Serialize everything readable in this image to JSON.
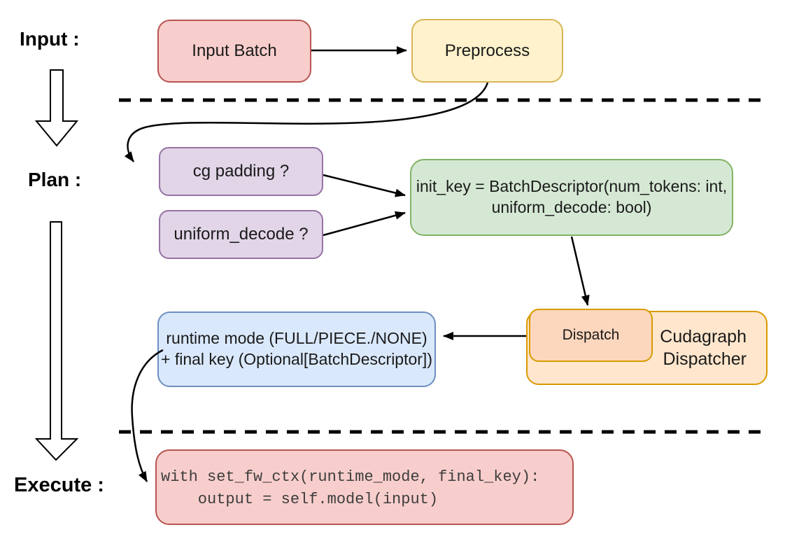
{
  "labels": {
    "input": "Input :",
    "plan": "Plan :",
    "execute": "Execute :"
  },
  "nodes": {
    "input_batch": {
      "label": "Input Batch",
      "fill": "#f8cecc",
      "stroke": "#b85450"
    },
    "preprocess": {
      "label": "Preprocess",
      "fill": "#fff2cc",
      "stroke": "#d6b656"
    },
    "cg_padding": {
      "label": "cg padding ?",
      "fill": "#e1d5e7",
      "stroke": "#9673a6"
    },
    "uniform_decode": {
      "label": "uniform_decode ?",
      "fill": "#e1d5e7",
      "stroke": "#9673a6"
    },
    "init_key": {
      "line1": "init_key = BatchDescriptor(num_tokens: int,",
      "line2": "uniform_decode: bool)",
      "fill": "#d5e8d4",
      "stroke": "#82b366"
    },
    "runtime_mode": {
      "line1": "runtime mode (FULL/PIECE./NONE)",
      "line2": "+ final key (Optional[BatchDescriptor])",
      "fill": "#dae8fc",
      "stroke": "#6c8ebf"
    },
    "dispatch": {
      "label": "Dispatch",
      "fill": "#fcd7bd",
      "stroke": "#d79b00"
    },
    "cudagraph_dispatcher": {
      "line1": "Cudagraph",
      "line2": "Dispatcher",
      "fill": "#ffe6cc",
      "stroke": "#d79b00"
    },
    "execute_code": {
      "line1": "with set_fw_ctx(runtime_mode, final_key):",
      "line2": "    output = self.model(input)",
      "fill": "#f8cecc",
      "stroke": "#b85450"
    }
  }
}
